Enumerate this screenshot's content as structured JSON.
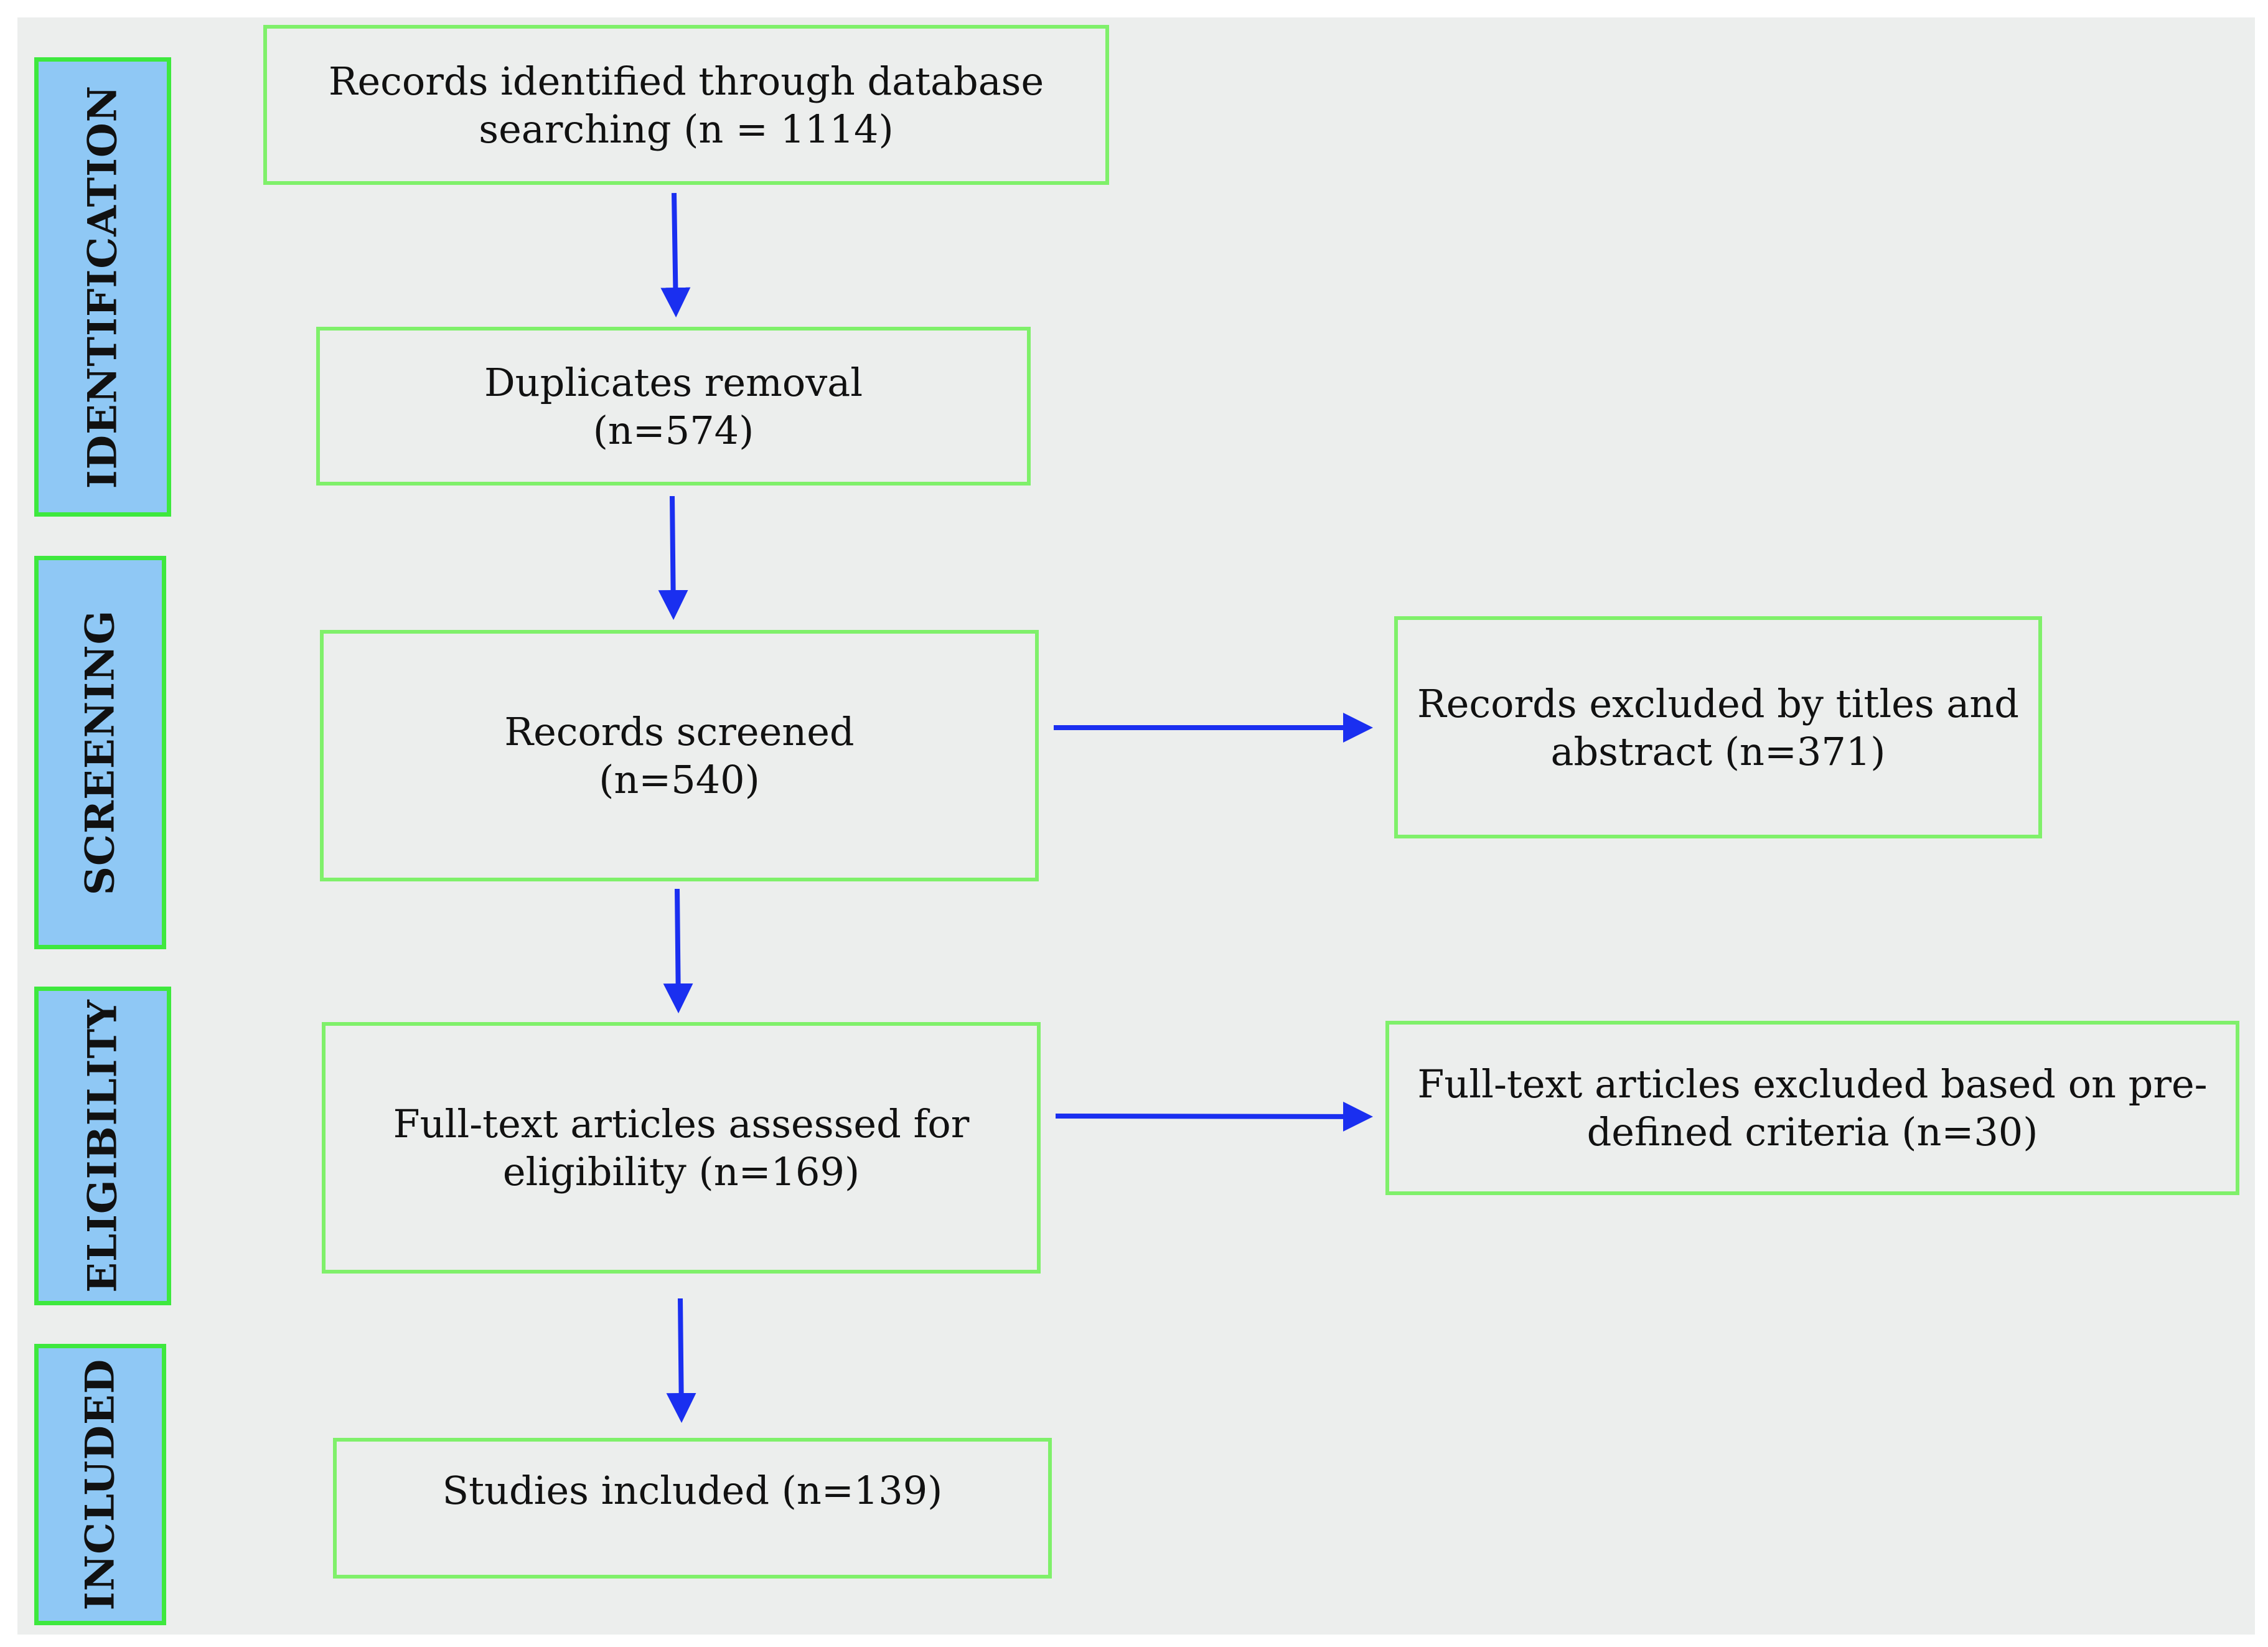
{
  "stages": [
    {
      "id": "identification",
      "label": "IDENTIFICATION"
    },
    {
      "id": "screening",
      "label": "SCREENING"
    },
    {
      "id": "eligibility",
      "label": "ELIGIBILITY"
    },
    {
      "id": "included",
      "label": "INCLUDED"
    }
  ],
  "boxes": {
    "records_identified": {
      "line1": "Records identified through database",
      "line2": "searching (n = 1114)"
    },
    "duplicates_removal": {
      "line1": "Duplicates removal",
      "line2": "(n=574)"
    },
    "records_screened": {
      "line1": "Records screened",
      "line2": "(n=540)"
    },
    "records_excluded": {
      "line1": "Records excluded by titles and",
      "line2": "abstract (n=371)"
    },
    "fulltext_assessed": {
      "line1": "Full-text articles assessed for",
      "line2": "eligibility (n=169)"
    },
    "fulltext_excluded": {
      "line1": "Full-text articles excluded based on pre-",
      "line2": "defined criteria (n=30)"
    },
    "studies_included": {
      "line1": "Studies included (n=139)"
    }
  },
  "colors": {
    "stage_fill": "#8fc8f5",
    "box_border": "#7ff06a",
    "arrow": "#1a2ff0",
    "background": "#eceeed"
  }
}
